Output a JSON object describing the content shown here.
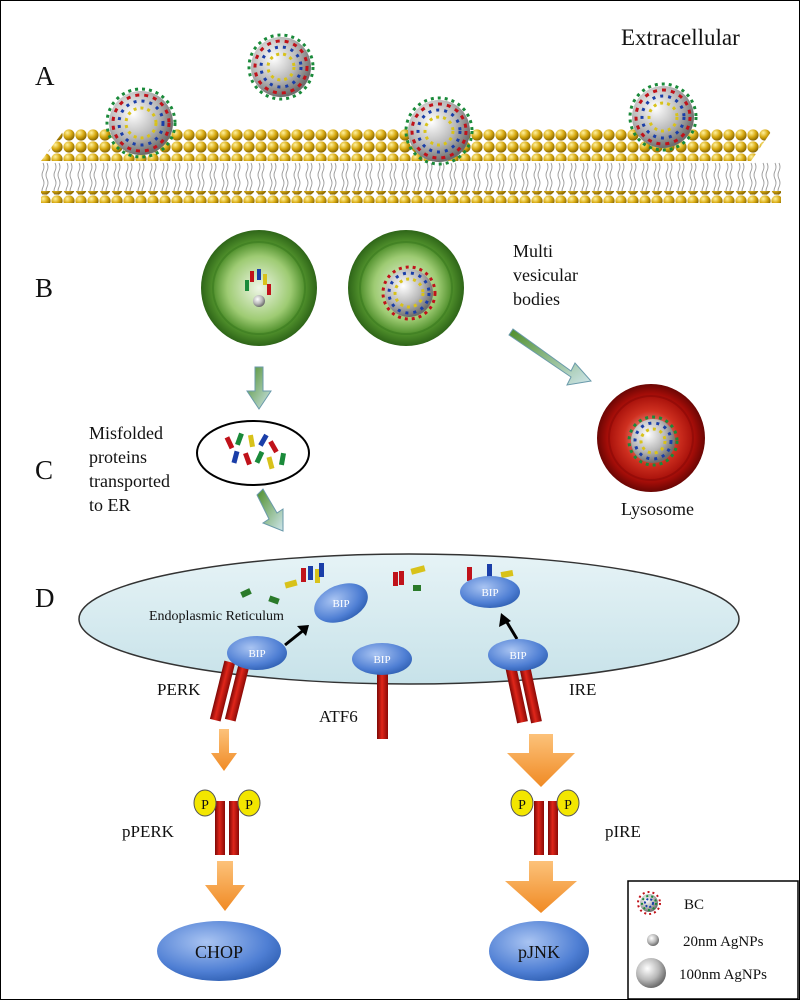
{
  "panels": {
    "a": "A",
    "b": "B",
    "c": "C",
    "d": "D"
  },
  "labels": {
    "extracellular": "Extracellular",
    "mvb_line1": "Multi",
    "mvb_line2": "vesicular",
    "mvb_line3": "bodies",
    "misfolded_line1": "Misfolded",
    "misfolded_line2": "proteins",
    "misfolded_line3": "transported",
    "misfolded_line4": "to ER",
    "lysosome": "Lysosome",
    "er": "Endoplasmic Reticulum",
    "perk": "PERK",
    "atf6": "ATF6",
    "ire": "IRE",
    "pperk": "pPERK",
    "pire": "pIRE",
    "chop": "CHOP",
    "pjnk": "pJNK",
    "bip": "BIP",
    "phospho": "P"
  },
  "legend": {
    "items": [
      {
        "label": "BC",
        "icon": "protein-corona-icon"
      },
      {
        "label": "20nm AgNPs",
        "icon": "small-sphere-icon"
      },
      {
        "label": "100nm AgNPs",
        "icon": "large-sphere-icon"
      }
    ]
  },
  "colors": {
    "membrane_head": "#d4a80c",
    "vesicle": "#4e8e2a",
    "lysosome": "#b0100c",
    "er_fill": "#d6ebf0",
    "bip": "#5b86d6",
    "receptor": "#c4140e",
    "arrow_orange": "#f7a040",
    "phospho": "#f3e600"
  }
}
